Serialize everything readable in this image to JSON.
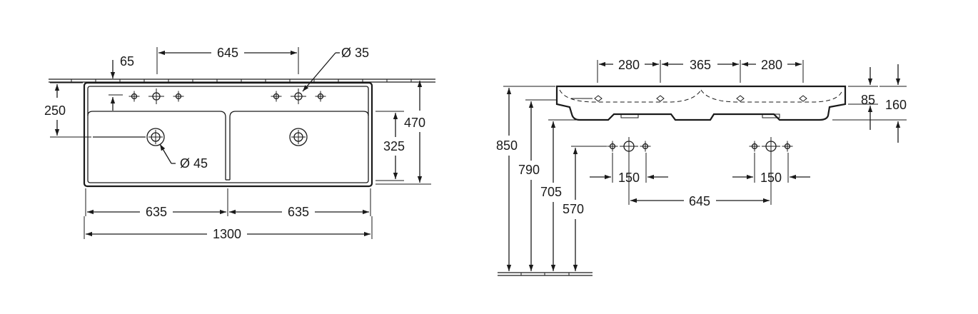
{
  "colors": {
    "ink": "#1a1a1a",
    "background": "#ffffff"
  },
  "top_view": {
    "dimensions": {
      "total_width": "1300",
      "basin_left_width": "635",
      "basin_right_width": "635",
      "tap_hole_spacing": "645",
      "wall_offset": "65",
      "depth": "470",
      "bowl_depth": "325",
      "rear_shelf_depth": "250",
      "tap_hole_diameter": "Ø 35",
      "drain_diameter": "Ø 45"
    }
  },
  "front_view": {
    "dimensions": {
      "spacing_left": "280",
      "spacing_center": "365",
      "spacing_right": "280",
      "rim_height": "85",
      "total_height": "160",
      "height_850": "850",
      "height_790": "790",
      "height_705": "705",
      "height_570": "570",
      "tap_spread_left": "150",
      "tap_spread_right": "150",
      "tap_center_spacing": "645"
    }
  }
}
